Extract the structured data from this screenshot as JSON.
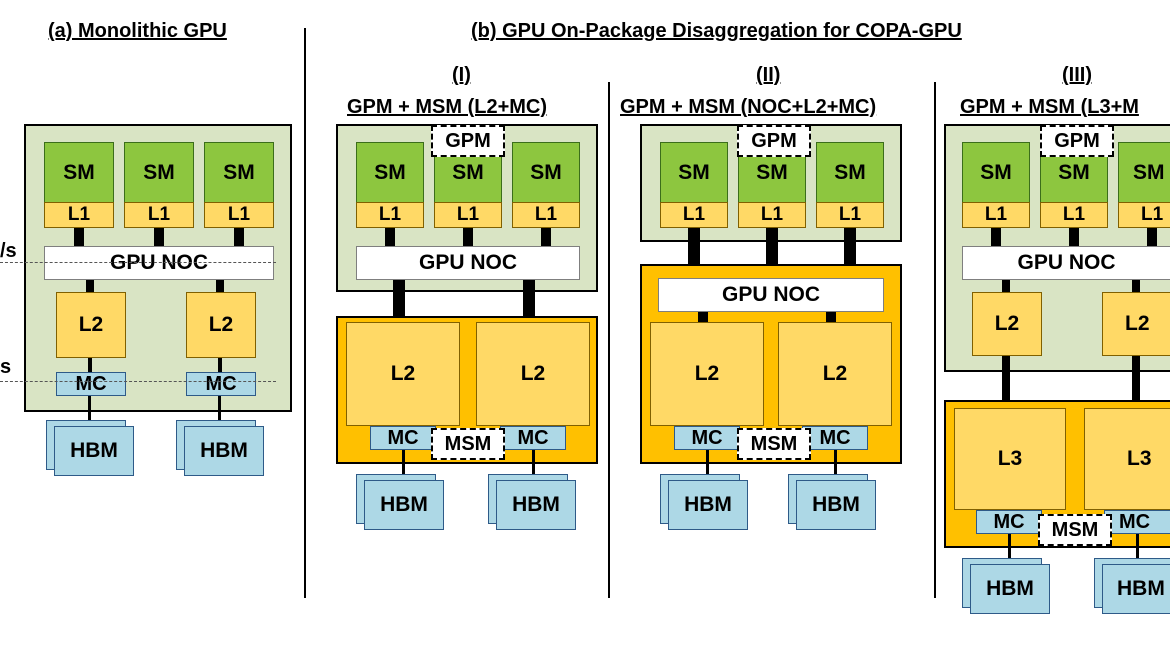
{
  "headers": {
    "monolithic": "(a) Monolithic GPU",
    "disaggregation": "(b) GPU On-Package Disaggregation for COPA-GPU"
  },
  "variants": [
    {
      "numeral": "(I)",
      "title": "GPM + MSM (L2+MC)"
    },
    {
      "numeral": "(II)",
      "title": "GPM + MSM (NOC+L2+MC)"
    },
    {
      "numeral": "(III)",
      "title": "GPM + MSM (L3+M"
    }
  ],
  "labels": {
    "sm": "SM",
    "l1": "L1",
    "noc": "GPU NOC",
    "l2": "L2",
    "l3": "L3",
    "mc": "MC",
    "hbm": "HBM",
    "hbm_cut": "HBM",
    "gpm": "GPM",
    "msm": "MSM",
    "sm_cut": "SM",
    "l1_cut": "L1"
  },
  "margin_labels": {
    "bandwidth_top": "/s",
    "bandwidth_bottom": "s"
  }
}
